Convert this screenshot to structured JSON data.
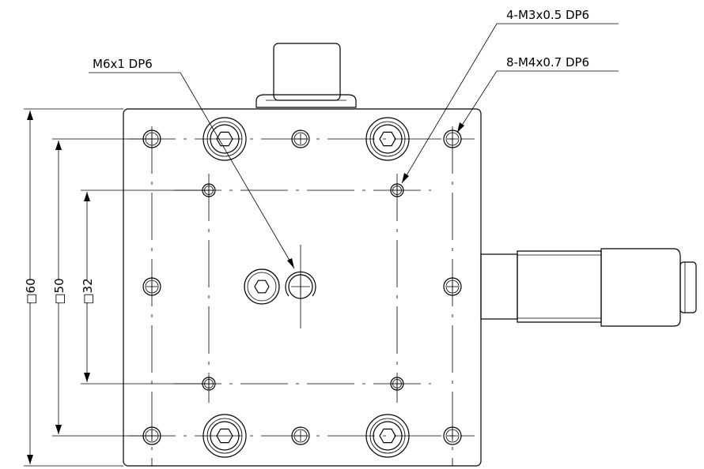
{
  "callouts": {
    "m6": "M6x1 DP6",
    "m3": "4-M3x0.5 DP6",
    "m4": "8-M4x0.7 DP6"
  },
  "dimensions": {
    "outer": "□60",
    "middle": "□50",
    "inner": "□32"
  }
}
